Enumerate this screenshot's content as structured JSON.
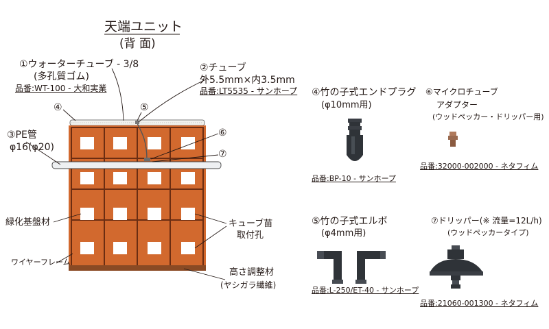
{
  "title": "天端ユニット",
  "subtitle": "(背 面)",
  "labels": {
    "water_tube_1": "①ウォーターチューブ - 3/8",
    "water_tube_2": "(多孔質ゴム)",
    "water_tube_part": "品番:WT-100 - 大和実業",
    "tube_1": "②チューブ",
    "tube_2": "外5.5mm×内3.5mm",
    "tube_part": "品番:LT5535 - サンホープ",
    "pe_1": "③PE管",
    "pe_2": "φ16(φ20)",
    "callout_4": "④",
    "callout_5": "⑤",
    "callout_6": "⑥",
    "callout_7": "⑦",
    "greening": "緑化基盤材",
    "wire_frame": "ワイヤーフレーム",
    "cube_hole_1": "キューブ苗",
    "cube_hole_2": "取付孔",
    "height_1": "高さ調整材",
    "height_2": "(ヤシガラ繊維)"
  },
  "parts": {
    "p4_title": "④竹の子式エンドプラグ",
    "p4_sub": "(φ10mm用)",
    "p4_part": "品番:BP-10 - サンホープ",
    "p6_title": "⑥マイクロチューブ",
    "p6_sub1": "アダプター",
    "p6_sub2": "(ウッドペッカー・ドリッパー用)",
    "p6_part": "品番:32000-002000 - ネタフィム",
    "p5_title": "⑤竹の子式エルボ",
    "p5_sub": "(φ4mm用)",
    "p5_part": "品番:L-250/ET-40 - サンホープ",
    "p7_title": "⑦ドリッパー(※ 流量=12L/h)",
    "p7_sub": "(ウッドペッカータイプ)",
    "p7_part": "品番:21060-001300 - ネタフィム"
  },
  "colors": {
    "panel": "#d2692e",
    "frame": "#6b2d12",
    "hole": "#ffffff",
    "pe_pipe": "#eef0f2",
    "part_dark": "#2f3338",
    "adapter": "#9a6a50"
  }
}
